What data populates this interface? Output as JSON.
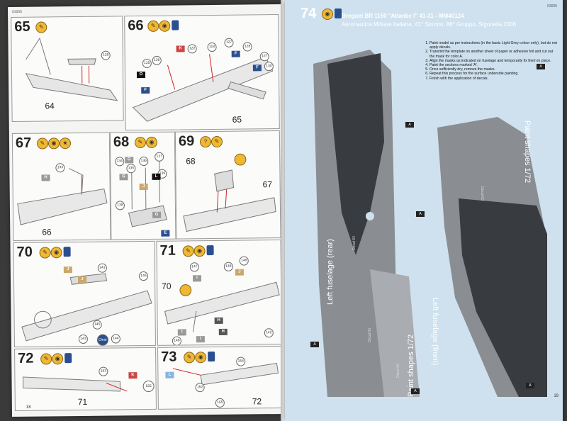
{
  "left_page": {
    "code": "03005",
    "page_number": "18",
    "steps": [
      {
        "num": "65",
        "parts": [
          "128"
        ],
        "refs": [
          "64"
        ]
      },
      {
        "num": "66",
        "parts": [
          "125",
          "126",
          "122",
          "118",
          "127",
          "128",
          "127",
          "130"
        ],
        "refs": [
          "65"
        ],
        "flags": [
          "K",
          "O",
          "F",
          "F",
          "F"
        ]
      },
      {
        "num": "67",
        "parts": [
          "133"
        ],
        "refs": [
          "66"
        ],
        "flags": [
          "H"
        ]
      },
      {
        "num": "68",
        "parts": [
          "134",
          "135",
          "136",
          "137",
          "138",
          "139"
        ],
        "flags": [
          "G",
          "G",
          "L",
          "J",
          "G",
          "E"
        ]
      },
      {
        "num": "69",
        "parts": [],
        "refs": [
          "68",
          "67"
        ]
      },
      {
        "num": "70",
        "parts": [
          "141",
          "145",
          "146",
          "143",
          "144"
        ],
        "flags": [
          "J",
          "J"
        ]
      },
      {
        "num": "71",
        "parts": [
          "147",
          "149",
          "148",
          "146",
          "142"
        ],
        "refs": [
          "70"
        ],
        "flags": [
          "I",
          "J",
          "I",
          "I",
          "H",
          "H"
        ]
      },
      {
        "num": "72",
        "parts": [
          "153",
          "155"
        ],
        "refs": [
          "71"
        ],
        "flags": [
          "K"
        ]
      },
      {
        "num": "73",
        "parts": [
          "154",
          "152",
          "155"
        ],
        "refs": [
          "72"
        ],
        "flags": [
          "L"
        ]
      }
    ],
    "clear_label": "Clear"
  },
  "right_page": {
    "code": "03005",
    "page_number": "19",
    "step_num": "74",
    "title_line1": "Breguet BR 1150 \"Atlantic I\" 41-31 - MM40124",
    "title_line2": "Aeronautica Militare Italiana, 41° Stormo, 88° Gruppo, Sigonella 2006",
    "instructions": [
      "Paint model as per instructions (in the basic Light Grey colour only), but do not apply decals.",
      "Transmit the template on another sheet of paper or adhesive foil and cut out the mask for color A.",
      "Align the masks as indicated on fuselage and temporarily fix them in place.",
      "Paint the sections marked 'A'.",
      "Once sufficiently dry, remove the masks.",
      "Repeat this process for the surface underside painting.",
      "Finish with the application of decals."
    ],
    "labels": {
      "paint_shapes_top": "Paint shapes 1/72",
      "paint_shapes_bottom": "Paint shapes 1/72",
      "left_fuselage_rear": "Left fuselage (rear)",
      "left_fuselage_front": "Left fuselage (front)",
      "decal_64": "Decal 64",
      "decal_63": "Decal 63",
      "decal_65": "Decal 65",
      "decal_66": "Decal 66"
    },
    "markers": [
      "A",
      "A",
      "A",
      "A",
      "A",
      "A"
    ]
  },
  "colors": {
    "page_blue": "#cfe1ee",
    "mask_dark": "#383b40",
    "mask_grey": "#8a8d91",
    "badge_yellow": "#f0b733"
  }
}
